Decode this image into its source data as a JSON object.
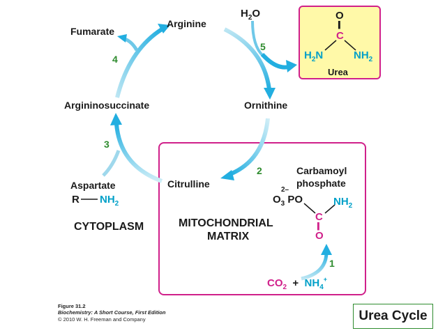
{
  "cycle": {
    "arginine": "Arginine",
    "fumarate": "Fumarate",
    "argininosuccinate": "Argininosuccinate",
    "ornithine": "Ornithine",
    "citrulline": "Citrulline",
    "aspartate": "Aspartate",
    "aspartate_r": "R",
    "aspartate_nh": "NH",
    "aspartate_nh_sub": "2"
  },
  "water": {
    "h": "H",
    "sub": "2",
    "o": "O"
  },
  "steps": {
    "s1": "1",
    "s2": "2",
    "s3": "3",
    "s4": "4",
    "s5": "5"
  },
  "urea": {
    "o": "O",
    "dbl": "||",
    "c": "C",
    "h2n_h": "H",
    "h2n_sub": "2",
    "h2n_n": "N",
    "nh2_nh": "NH",
    "nh2_sub": "2",
    "name": "Urea"
  },
  "carbamoyl": {
    "line1": "Carbamoyl",
    "line2": "phosphate",
    "charge": "2–",
    "o": "O",
    "o_sub": "3",
    "po": "PO",
    "c": "C",
    "nh": "NH",
    "nh_sub": "2",
    "dbl": "||",
    "bottom_o": "O"
  },
  "reactants": {
    "co": "CO",
    "co_sub": "2",
    "plus": "+",
    "nh": "NH",
    "nh_sub": "4",
    "nh_sup": "+"
  },
  "regions": {
    "cytoplasm": "CYTOPLASM",
    "mito_line1": "MITOCHONDRIAL",
    "mito_line2": "MATRIX"
  },
  "caption": {
    "figure": "Figure 31.2",
    "book": "Biochemistry: A Short Course, First Edition",
    "copyright": "© 2010 W. H. Freeman and Company"
  },
  "label": "Urea Cycle",
  "colors": {
    "cyan": "#00a0c8",
    "magenta": "#d0208a",
    "green": "#2e8b2e",
    "urea_bg": "#fff9a8"
  }
}
